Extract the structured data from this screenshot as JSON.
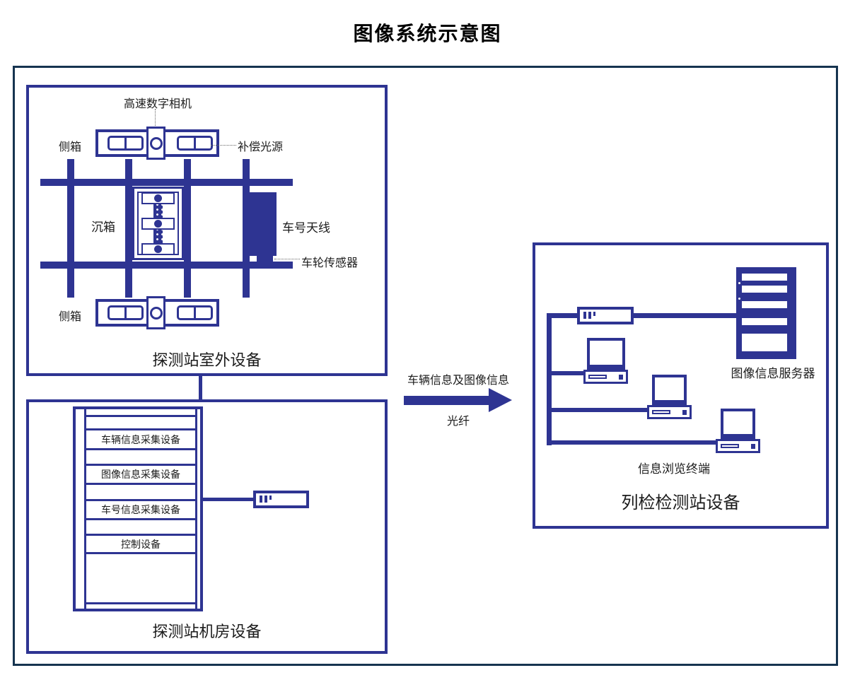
{
  "title": "图像系统示意图",
  "outdoor": {
    "caption": "探测站室外设备",
    "camera_label": "高速数字相机",
    "sidebox_top_label": "侧箱",
    "sidebox_bottom_label": "侧箱",
    "light_label": "补偿光源",
    "caisson_label": "沉箱",
    "antenna_label": "车号天线",
    "wheel_sensor_label": "车轮传感器"
  },
  "machine_room": {
    "caption": "探测站机房设备",
    "rack_slots": [
      "车辆信息采集设备",
      "图像信息采集设备",
      "车号信息采集设备",
      "控制设备"
    ]
  },
  "link": {
    "top_label": "车辆信息及图像信息",
    "bottom_label": "光纤"
  },
  "inspection": {
    "caption": "列检检测站设备",
    "server_label": "图像信息服务器",
    "terminals_label": "信息浏览终端"
  },
  "colors": {
    "navy": "#2e3492",
    "frame": "#163450",
    "text": "#1c1c1c"
  }
}
